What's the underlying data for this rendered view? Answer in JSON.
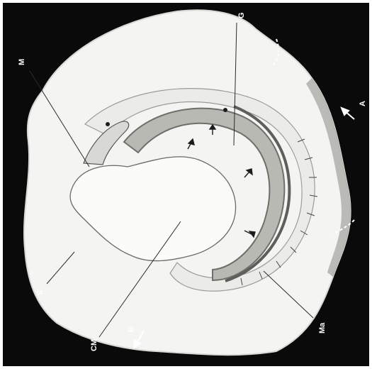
{
  "labels": {
    "m": "M",
    "g": "G",
    "a": "A",
    "s": "S",
    "cm": "CM",
    "b": "B",
    "ma": "Ma"
  },
  "colors": {
    "background": "#0a0a0a",
    "shell": "#f4f4f2",
    "gill": "#b9b9b4",
    "mantle_edge": "#6f6f6a",
    "ink": "#1c1c1c"
  }
}
